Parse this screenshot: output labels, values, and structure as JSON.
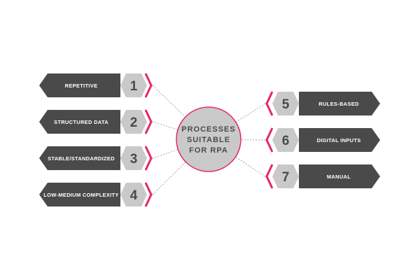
{
  "center": {
    "lines": [
      "PROCESSES",
      "SUITABLE",
      "FOR RPA"
    ]
  },
  "colors": {
    "banner": "#4a4a4a",
    "hexagon": "#c9c9c9",
    "accent": "#e5266f",
    "circle": "#c9c9c9",
    "circle_border": "#e5266f",
    "text_dark": "#4a4a4a"
  },
  "left_items": [
    {
      "number": "1",
      "label": "REPETITIVE"
    },
    {
      "number": "2",
      "label": "STRUCTURED DATA"
    },
    {
      "number": "3",
      "label": "STABLE/STANDARDIZED"
    },
    {
      "number": "4",
      "label": "LOW-MEDIUM COMPLEXITY"
    }
  ],
  "right_items": [
    {
      "number": "5",
      "label": "RULES-BASED"
    },
    {
      "number": "6",
      "label": "DIGITAL INPUTS"
    },
    {
      "number": "7",
      "label": "MANUAL"
    }
  ]
}
